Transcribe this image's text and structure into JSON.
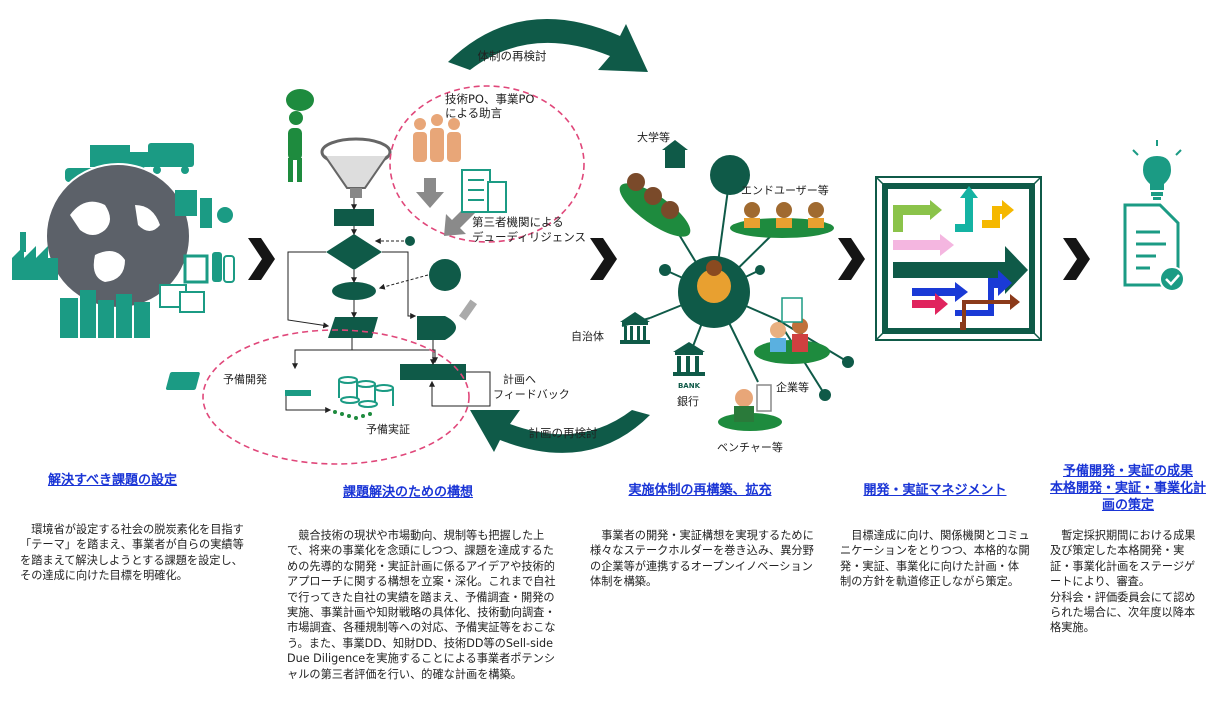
{
  "diagram_labels": {
    "cycle_top": "体制の再検討",
    "cycle_bottom": "計画の再検討",
    "po_advice_line1": "技術PO、事業PO",
    "po_advice_line2": "による助言",
    "third_party_line1": "第三者機関による",
    "third_party_line2": "デューディリジェンス",
    "pre_dev": "予備開発",
    "pre_demo": "予備実証",
    "feedback_line1": "計画へ",
    "feedback_line2": "フィードバック",
    "university": "大学等",
    "end_user": "エンドユーザー等",
    "municipality": "自治体",
    "bank_icon_text": "BANK",
    "bank": "銀行",
    "company": "企業等",
    "venture": "ベンチャー等"
  },
  "stages": [
    {
      "title": "解決すべき課題の設定",
      "body": "　環境省が設定する社会の脱炭素化を目指す「テーマ」を踏まえ、事業者が自らの実績等を踏まえて解決しようとする課題を設定し、その達成に向けた目標を明確化。"
    },
    {
      "title": "課題解決のための構想",
      "body": "　競合技術の現状や市場動向、規制等も把握した上で、将来の事業化を念頭にしつつ、課題を達成するための先導的な開発・実証計画に係るアイデアや技術的アプローチに関する構想を立案・深化。これまで自社で行ってきた自社の実績を踏まえ、予備調査・開発の実施、事業計画や知財戦略の具体化、技術動向調査・市場調査、各種規制等への対応、予備実証等をおこなう。また、事業DD、知財DD、技術DD等のSell-side Due Diligenceを実施することによる事業者ポテンシャルの第三者評価を行い、的確な計画を構築。"
    },
    {
      "title": "実施体制の再構築、拡充",
      "body": "　事業者の開発・実証構想を実現するために様々なステークホルダーを巻き込み、異分野の企業等が連携するオープンイノベーション体制を構築。"
    },
    {
      "title": "開発・実証マネジメント",
      "body": "　目標達成に向け、関係機関とコミュニケーションをとりつつ、本格的な開発・実証、事業化に向けた計画・体制の方針を軌道修正しながら策定。"
    },
    {
      "title": "予備開発・実証の成果\n本格開発・実証・事業化計画の策定",
      "body": "　暫定採択期間における成果及び策定した本格開発・実証・事業化計画をステージゲートにより、審査。\n分科会・評価委員会にて認められた場合に、次年度以降本格実施。"
    }
  ],
  "colors": {
    "teal": "#1b9b84",
    "dark_green": "#0f5a48",
    "green": "#1e8b3e",
    "title_blue": "#1a35d6",
    "chevron": "#151515",
    "dashed_pink": "#e0477a"
  }
}
